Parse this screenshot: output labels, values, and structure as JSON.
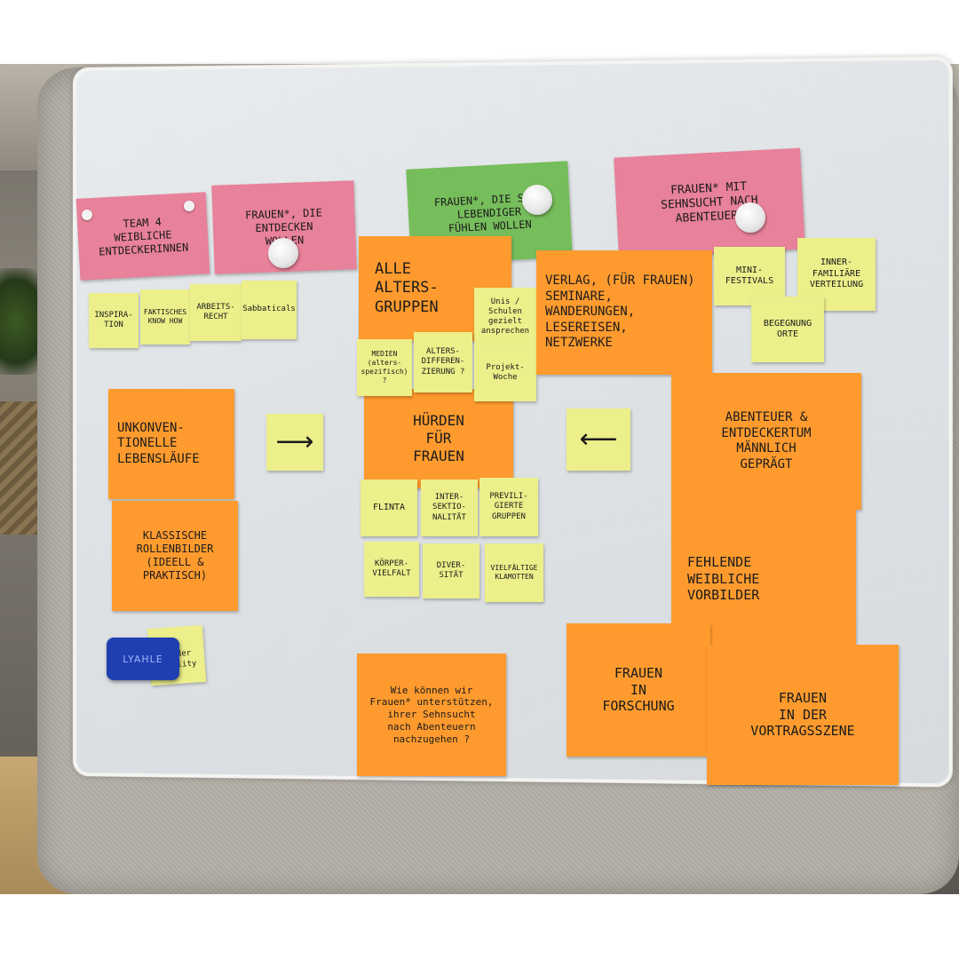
{
  "notes": {
    "title": "TEAM 4\nWEIBLICHE\nENTDECKERINNEN",
    "entdecken": "FRAUEN*, DIE\nENTDECKEN\nWOLLEN",
    "lebendiger": "FRAUEN*, DIE SICH\nLEBENDIGER\nFÜHLEN WOLLEN",
    "sehnsucht": "FRAUEN* MIT\nSEHNSUCHT NACH\nABENTEUERN",
    "inspiration": "INSPIRA-\nTION",
    "faktisches": "FAKTISCHES\nKNOW HOW",
    "arbeitsrecht": "ARBEITS-\nRECHT",
    "sabbaticals": "Sabbaticals",
    "alle_altersgruppen": "ALLE\nALTERS-\nGRUPPEN",
    "unis": "Unis /\nSchulen\ngezielt\nansprechen",
    "medien": "MEDIEN\n(alters-\nspezifisch)\n?",
    "altersdifferenzierung": "ALTERS-\nDIFFEREN-\nZIERUNG ?",
    "projektwoche": "Projekt-\nWoche",
    "huerden": "HÜRDEN\nFÜR\nFRAUEN",
    "verlag": "VERLAG, (FÜR FRAUEN)\nSEMINARE,\nWANDERUNGEN,\nLESEREISEN,\nNETZWERKE",
    "mini_festivals": "MINI-\nFESTIVALS",
    "innerfamiliaere": "INNER-\nFAMILIÄRE\nVERTEILUNG",
    "begegnungsorte": "BEGEGNUNG\nORTE",
    "unkonventionelle": "UNKONVEN-\nTIONELLE\nLEBENSLÄUFE",
    "klassische": "KLASSISCHE\nROLLENBILDER\n(IDEELL &\nPRAKTISCH)",
    "arrow_right": "⟶",
    "arrow_left": "⟵",
    "abenteuer": "ABENTEUER &\nENTDECKERTUM\nMÄNNLICH\nGEPRÄGT",
    "fehlende": "FEHLENDE\nWEIBLICHE\nVORBILDER",
    "flinta": "FLINTA",
    "intersektionalitaet": "INTER-\nSEKTIO-\nNALITÄT",
    "previligierte": "PREVILI-\nGIERTE\nGRUPPEN",
    "koerpervielfalt": "KÖRPER-\nVIELFALT",
    "diversitaet": "DIVER-\nSITÄT",
    "klamotten": "VIELFÄLTIGE\nKLAMOTTEN",
    "gender": "⑤\nGender\nEquality",
    "frage": "Wie können wir\nFrauen* unterstützen,\nihrer Sehnsucht\nnach Abenteuern\nnachzugehen ?",
    "forschung": "FRAUEN\nIN\nFORSCHUNG",
    "vortragsszene": "FRAUEN\nIN DER\nVORTRAGSSZENE"
  },
  "eraser_label": "LYAHLE",
  "colors": {
    "pink": "#e8819a",
    "green": "#76bd5b",
    "orange": "#ff9b2e",
    "yellow": "#ecef8a"
  }
}
